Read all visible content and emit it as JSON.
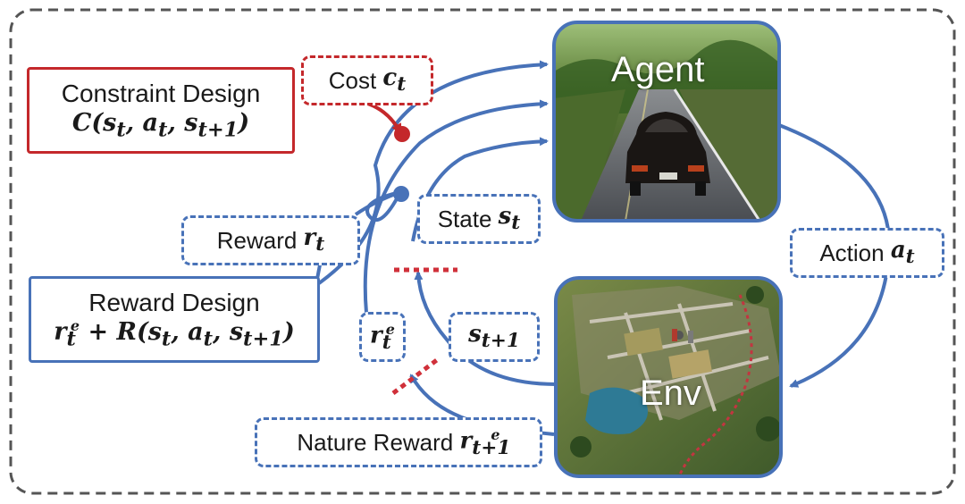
{
  "constraint_design": {
    "title": "Constraint Design",
    "formula": "C(st, at, st+1)"
  },
  "cost": {
    "text": "Cost ct"
  },
  "reward": {
    "text": "Reward rt"
  },
  "reward_design": {
    "title": "Reward Design",
    "formula": "rte + R(st, at, st+1)"
  },
  "state": {
    "text": "State st"
  },
  "state_next": {
    "text": "st+1"
  },
  "intrinsic": {
    "text": "rte"
  },
  "nature_reward": {
    "text": "Nature Reward rt+1e"
  },
  "action": {
    "text": "Action at"
  },
  "agent": {
    "title": "Agent"
  },
  "env": {
    "title": "Env"
  },
  "colors": {
    "blue": "#4872b8",
    "red": "#c4282b",
    "dashed_red": "#d0303a",
    "frame": "#555555"
  }
}
